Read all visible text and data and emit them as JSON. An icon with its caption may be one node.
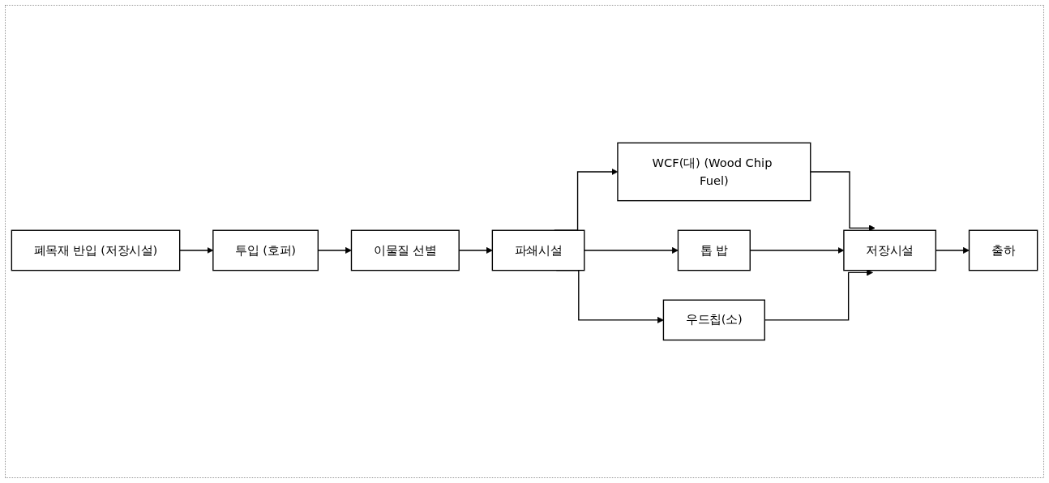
{
  "diagram": {
    "nodes": [
      {
        "text": [
          "폐목재 반입 (저장시설)"
        ]
      },
      {
        "text": [
          "투입 (호퍼)"
        ]
      },
      {
        "text": [
          "이물질 선별"
        ]
      },
      {
        "text": [
          "WCF(대) (Wood Chip Fuel)"
        ]
      },
      {
        "text": [
          "출하"
        ]
      },
      {
        "text": [
          "파쇄시설"
        ]
      },
      {
        "text": [
          "톱 밥"
        ]
      },
      {
        "text": [
          "저장시설"
        ]
      },
      {
        "text": [
          "우드칩(소)"
        ]
      }
    ],
    "edges": [
      {
        "from": 0,
        "to": 1,
        "arrow": "to"
      },
      {
        "from": 1,
        "to": 2,
        "arrow": "to"
      },
      {
        "from": 2,
        "to": 5,
        "arrow": "to"
      },
      {
        "from": 5,
        "to": 3,
        "arrow": "to"
      },
      {
        "from": 5,
        "to": 6,
        "arrow": "to"
      },
      {
        "from": 5,
        "to": 8,
        "arrow": "to"
      },
      {
        "from": 3,
        "to": 7,
        "arrow": "to"
      },
      {
        "from": 6,
        "to": 7,
        "arrow": "to"
      },
      {
        "from": 8,
        "to": 7,
        "arrow": "to"
      },
      {
        "from": 7,
        "to": 4,
        "arrow": "to"
      }
    ]
  }
}
